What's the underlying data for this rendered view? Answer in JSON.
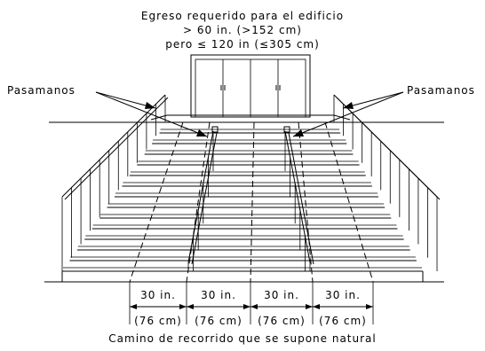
{
  "header": {
    "line1": "Egreso requerido para el edificio",
    "line2": "> 60 in. (>152 cm)",
    "line3": "pero ≤ 120 in (≤305 cm)"
  },
  "handrail_left_label": "Pasamanos",
  "handrail_right_label": "Pasamanos",
  "lanes": [
    {
      "imperial": "30 in.",
      "metric": "(76 cm)"
    },
    {
      "imperial": "30 in.",
      "metric": "(76 cm)"
    },
    {
      "imperial": "30 in.",
      "metric": "(76 cm)"
    },
    {
      "imperial": "30 in.",
      "metric": "(76 cm)"
    }
  ],
  "footer_caption": "Camino de recorrido que se supone natural"
}
